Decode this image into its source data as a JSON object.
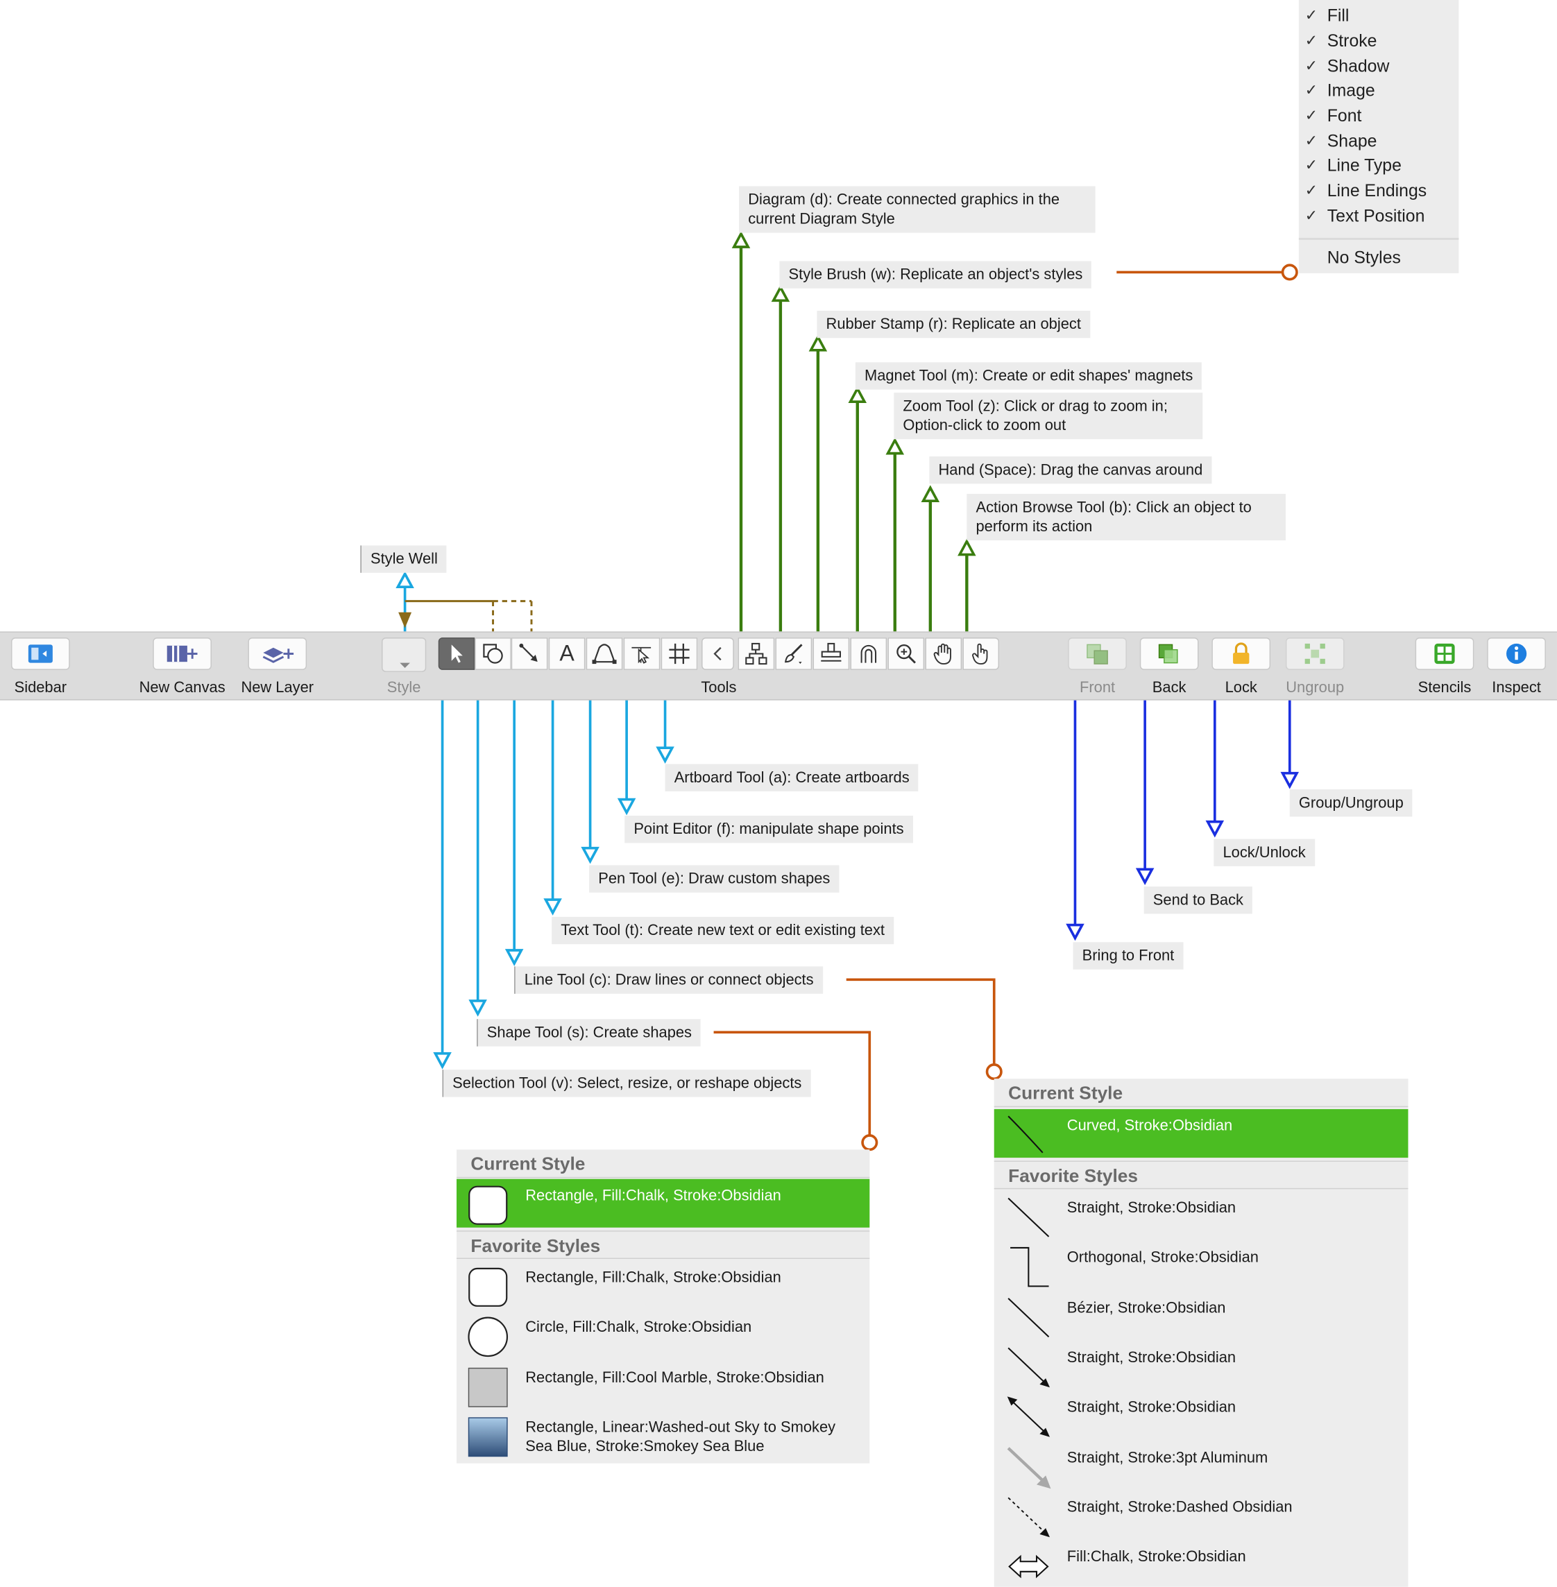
{
  "toolbar": {
    "sidebar_label": "Sidebar",
    "new_canvas_label": "New Canvas",
    "new_layer_label": "New Layer",
    "style_label": "Style",
    "tools_label": "Tools",
    "front_label": "Front",
    "back_label": "Back",
    "lock_label": "Lock",
    "ungroup_label": "Ungroup",
    "stencils_label": "Stencils",
    "inspect_label": "Inspect",
    "text_tool_glyph": "A"
  },
  "callouts": {
    "style_well": "Style Well",
    "diagram": "Diagram (d): Create connected graphics in the\ncurrent Diagram Style",
    "style_brush": "Style Brush (w): Replicate an object's styles",
    "rubber_stamp": "Rubber Stamp (r): Replicate an object",
    "magnet": "Magnet Tool (m): Create or edit shapes' magnets",
    "zoom": "Zoom Tool (z): Click or drag to zoom in;\nOption-click to zoom out",
    "hand": "Hand (Space): Drag the canvas around",
    "action_browse": "Action Browse Tool (b): Click an object to\nperform its action",
    "artboard": "Artboard Tool (a): Create artboards",
    "point_editor": "Point Editor (f): manipulate shape points",
    "pen": "Pen Tool (e): Draw custom shapes",
    "text": "Text Tool (t): Create new text or edit existing text",
    "line": "Line Tool (c): Draw lines or connect objects",
    "shape": "Shape Tool (s): Create shapes",
    "selection": "Selection Tool (v): Select, resize, or reshape objects",
    "group_ungroup": "Group/Ungroup",
    "lock_unlock": "Lock/Unlock",
    "send_to_back": "Send to Back",
    "bring_to_front": "Bring to Front"
  },
  "style_brush_menu": {
    "items": [
      {
        "label": "Fill",
        "checked": true
      },
      {
        "label": "Stroke",
        "checked": true
      },
      {
        "label": "Shadow",
        "checked": true
      },
      {
        "label": "Image",
        "checked": true
      },
      {
        "label": "Font",
        "checked": true
      },
      {
        "label": "Shape",
        "checked": true
      },
      {
        "label": "Line Type",
        "checked": true
      },
      {
        "label": "Line Endings",
        "checked": true
      },
      {
        "label": "Text Position",
        "checked": true
      }
    ],
    "check_glyph": "✓",
    "no_styles": "No Styles"
  },
  "shape_styles": {
    "current_heading": "Current Style",
    "current": "Rectangle, Fill:Chalk, Stroke:Obsidian",
    "favorites_heading": "Favorite Styles",
    "favorites": [
      "Rectangle, Fill:Chalk, Stroke:Obsidian",
      "Circle, Fill:Chalk, Stroke:Obsidian",
      "Rectangle, Fill:Cool Marble, Stroke:Obsidian",
      "Rectangle, Linear:Washed-out Sky to Smokey\nSea Blue, Stroke:Smokey Sea Blue"
    ]
  },
  "line_styles": {
    "current_heading": "Current Style",
    "current": "Curved, Stroke:Obsidian",
    "favorites_heading": "Favorite Styles",
    "favorites": [
      "Straight, Stroke:Obsidian",
      "Orthogonal, Stroke:Obsidian",
      "Bézier, Stroke:Obsidian",
      "Straight, Stroke:Obsidian",
      "Straight, Stroke:Obsidian",
      "Straight, Stroke:3pt Aluminum",
      "Straight, Stroke:Dashed Obsidian",
      "Fill:Chalk, Stroke:Obsidian"
    ]
  },
  "colors": {
    "tool_arrow": "#1aa7e0",
    "diagram_arrow": "#3a7d0f",
    "arrange_arrow": "#1a2fe0",
    "menu_connector": "#c8560d",
    "selected_row": "#4bbd22"
  }
}
